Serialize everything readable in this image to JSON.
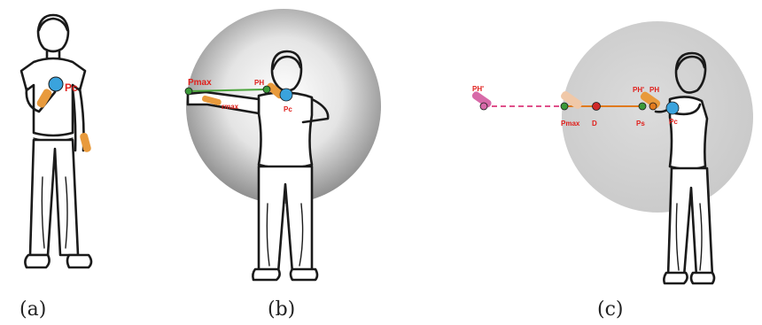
{
  "panels": {
    "a": {
      "caption": "(a)",
      "labels": {
        "pc": "Pc"
      }
    },
    "b": {
      "caption": "(b)",
      "labels": {
        "pmax": "Pmax",
        "rmax": "rmax",
        "ph": "PH",
        "pc": "Pc"
      }
    },
    "c": {
      "caption": "(c)",
      "labels": {
        "phprime_far": "PH'",
        "pmax": "Pmax",
        "d": "D",
        "phprime": "PH'",
        "ph": "PH",
        "ps": "Ps",
        "pc": "Pc"
      }
    }
  },
  "colors": {
    "sphere": "#c8c8c8",
    "label_red": "#e0201c",
    "pc_blue": "#3aa3dd",
    "p_green": "#3c9a3a",
    "d_red": "#d0292a",
    "hand_orange": "#e89a3c",
    "hand_pink": "#d76aa8",
    "dash_pink": "#e0508a",
    "line_orange": "#e07a1e",
    "line_green": "#4aa43a"
  }
}
